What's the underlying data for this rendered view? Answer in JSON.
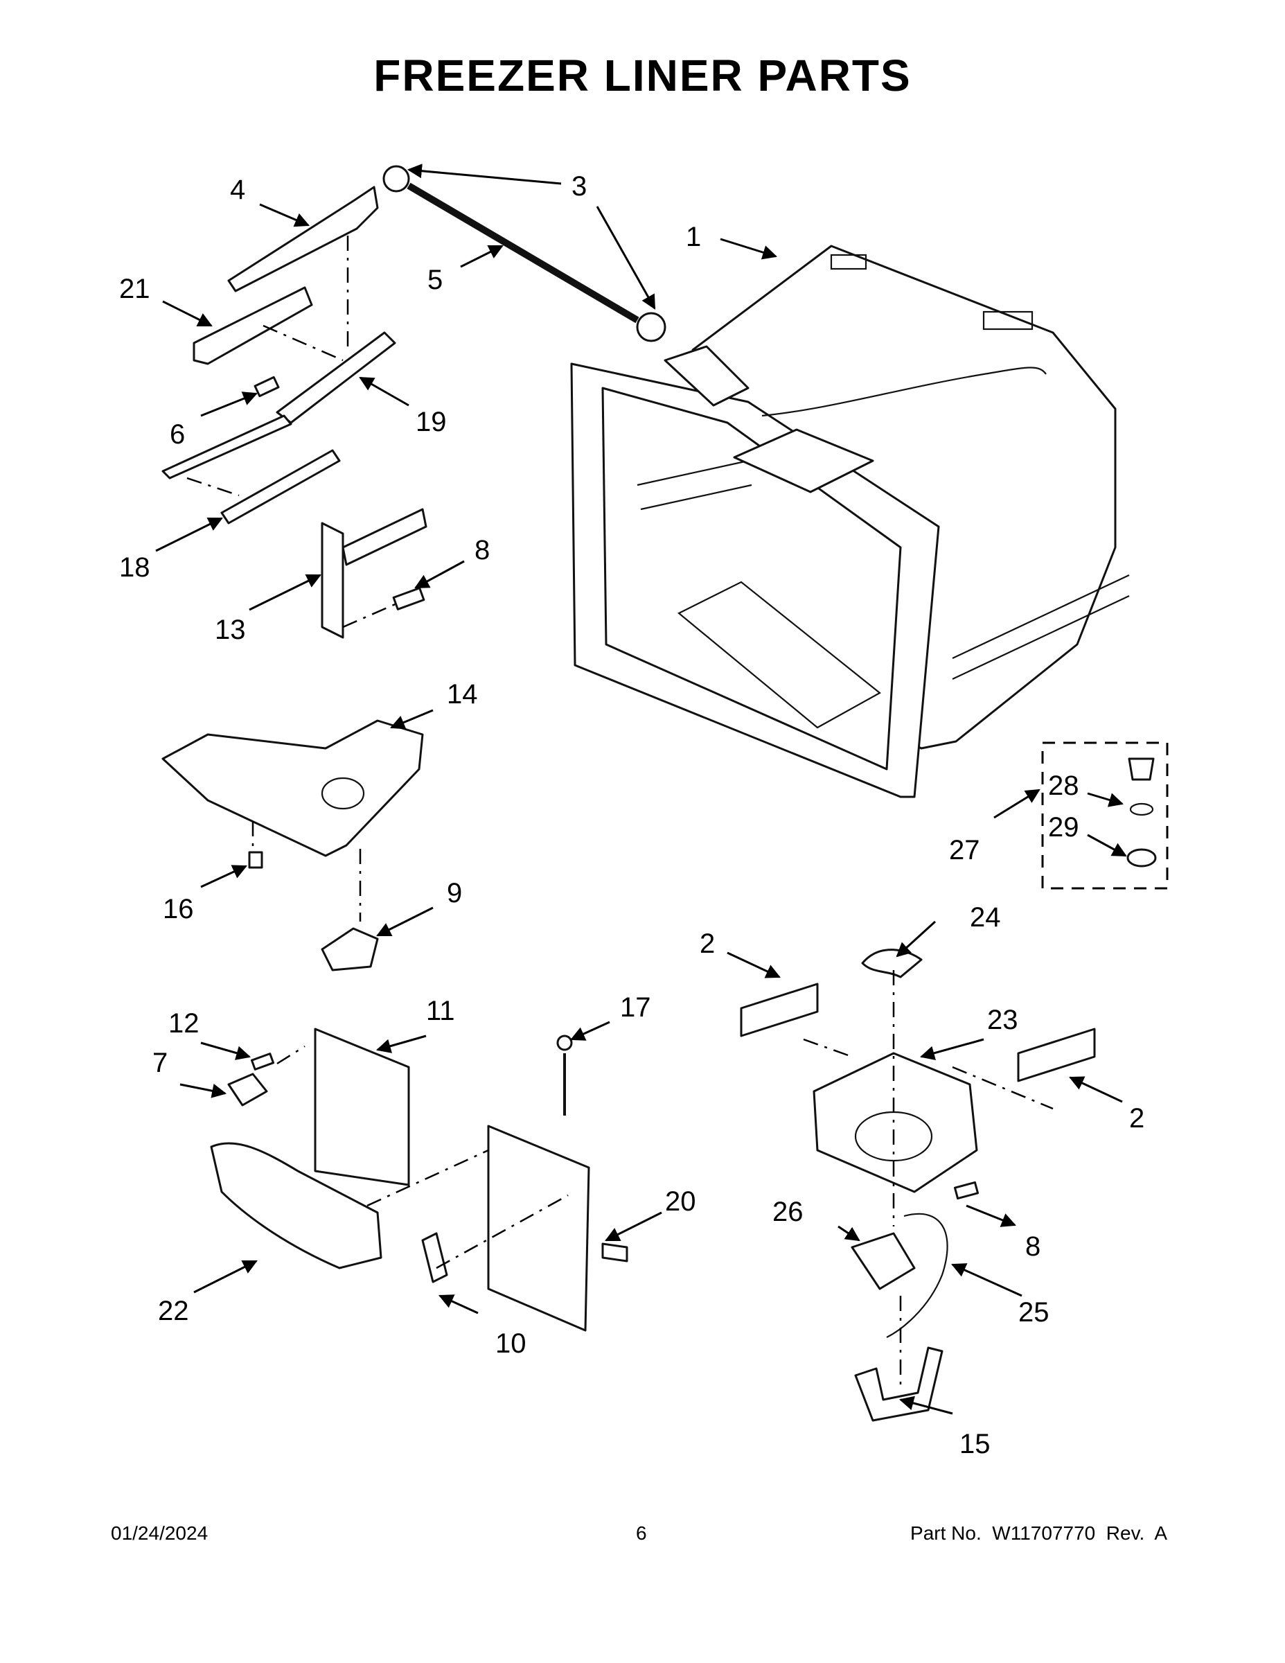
{
  "title": "FREEZER LINER PARTS",
  "footer": {
    "date": "01/24/2024",
    "page": "6",
    "part_label": "Part No.",
    "part_number": "W11707770",
    "rev_label": "Rev.",
    "rev": "A"
  },
  "callouts": {
    "c1": "1",
    "c2a": "2",
    "c2b": "2",
    "c3": "3",
    "c4": "4",
    "c5": "5",
    "c6": "6",
    "c7": "7",
    "c8a": "8",
    "c8b": "8",
    "c9": "9",
    "c10": "10",
    "c11": "11",
    "c12": "12",
    "c13": "13",
    "c14": "14",
    "c15": "15",
    "c16": "16",
    "c17": "17",
    "c18": "18",
    "c19": "19",
    "c20": "20",
    "c21": "21",
    "c22": "22",
    "c23": "23",
    "c24": "24",
    "c25": "25",
    "c26": "26",
    "c27": "27",
    "c28": "28",
    "c29": "29"
  }
}
